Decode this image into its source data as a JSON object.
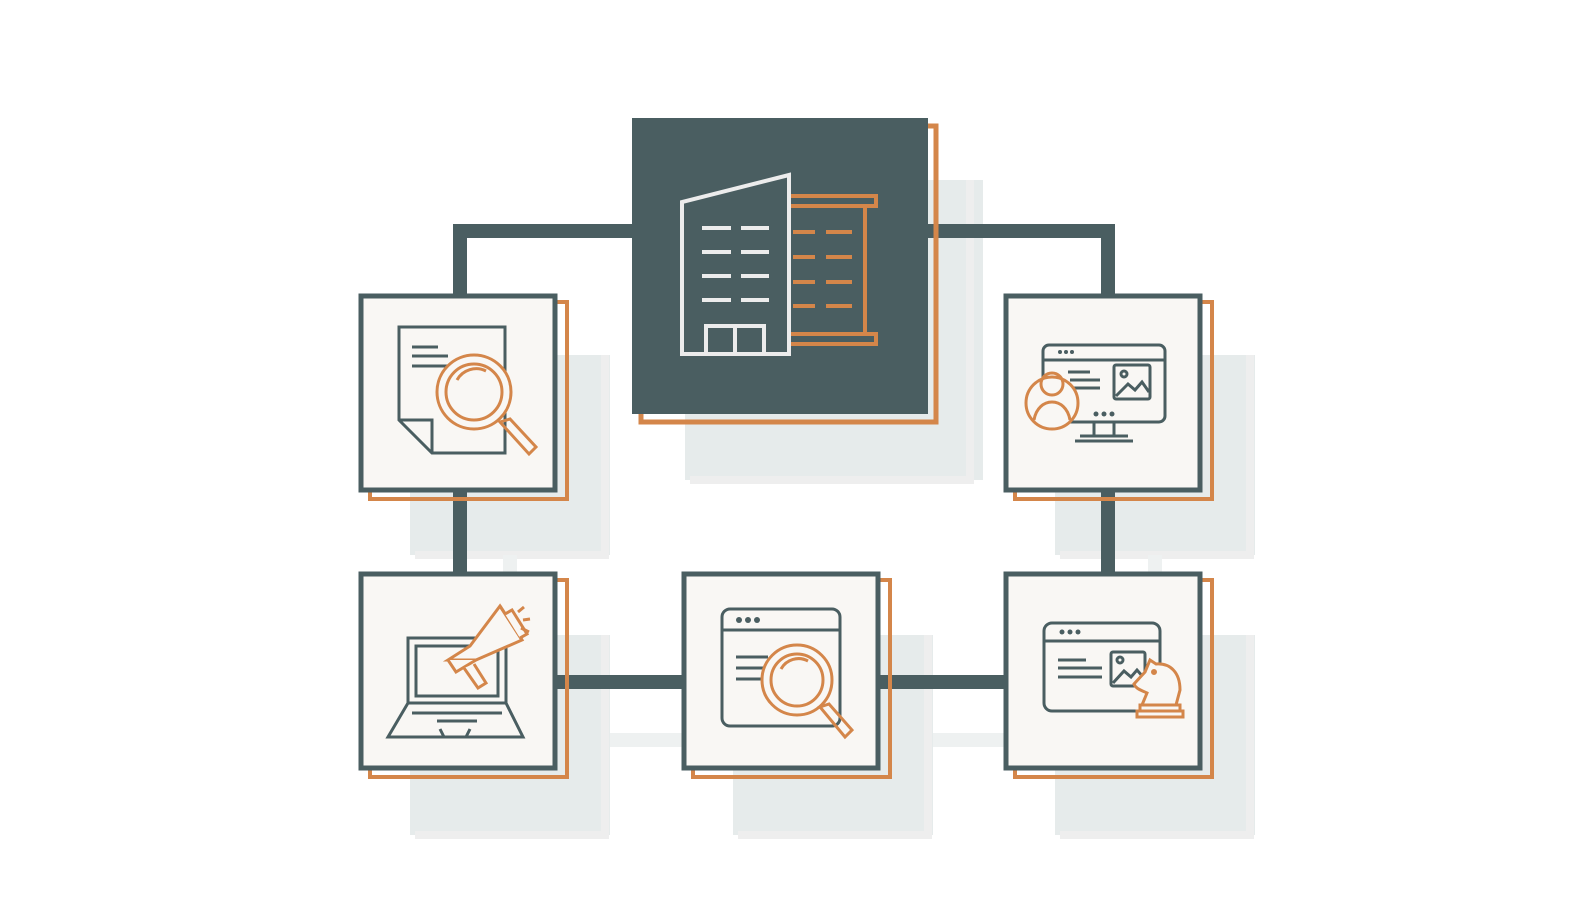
{
  "colors": {
    "background": "#ffffff",
    "slate": "#4a5e61",
    "orange": "#d4864a",
    "card_fill": "#f9f7f4",
    "shadow": "#e6ebeb",
    "line_light": "#eeeeee"
  },
  "hub": {
    "icon": "office-building-icon"
  },
  "nodes": [
    {
      "id": "research-report",
      "icon": "document-search-icon"
    },
    {
      "id": "online-profile",
      "icon": "desktop-user-profile-icon"
    },
    {
      "id": "digital-marketing",
      "icon": "laptop-megaphone-icon"
    },
    {
      "id": "web-search",
      "icon": "browser-search-icon"
    },
    {
      "id": "web-strategy",
      "icon": "browser-chess-knight-icon"
    }
  ],
  "connections": [
    {
      "from": "hub",
      "to": "research-report"
    },
    {
      "from": "hub",
      "to": "online-profile"
    },
    {
      "from": "research-report",
      "to": "digital-marketing"
    },
    {
      "from": "digital-marketing",
      "to": "web-search"
    },
    {
      "from": "web-search",
      "to": "web-strategy"
    },
    {
      "from": "web-strategy",
      "to": "online-profile"
    }
  ]
}
